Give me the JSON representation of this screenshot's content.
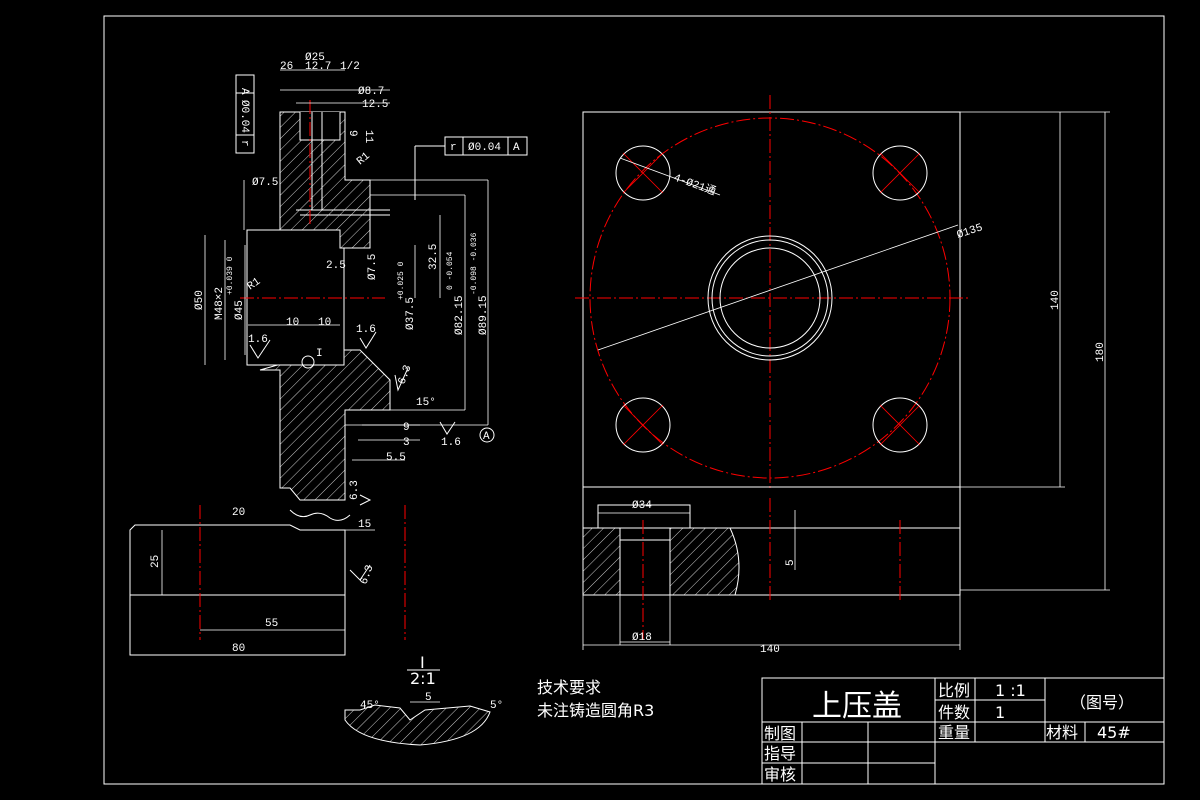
{
  "drawing": {
    "title": "上压盖",
    "scale_label": "比例",
    "scale_value": "1 :1",
    "count_label": "件数",
    "count_value": "1",
    "weight_label": "重量",
    "material_label": "材料",
    "material_value": "45#",
    "drawing_no": "（图号）",
    "drawn_by": "制图",
    "guided_by": "指导",
    "checked_by": "审核"
  },
  "notes": {
    "tech_title": "技术要求",
    "tech_line1": "未注铸造圆角R3"
  },
  "detail": {
    "label": "I",
    "scale": "2:1",
    "angle_left": "45°",
    "angle_right": "5°",
    "width": "5"
  },
  "section": {
    "dims": {
      "d25": "Ø25",
      "d26": "26",
      "d127": "12.7",
      "thread": "1/2",
      "d87": "Ø8.7",
      "d125": "12.5",
      "v9": "9",
      "v11": "11",
      "r1a": "R1",
      "d75a": "Ø7.5",
      "v25": "2.5",
      "r1b": "R1",
      "d75b": "Ø7.5",
      "v325": "32.5",
      "d375": "Ø37.5",
      "tol375": "+0.025 0",
      "d8215": "Ø82.15",
      "tol8215": "0 -0.054",
      "d8915": "Ø89.15",
      "tol8915": "-0.098 -0.036",
      "d50": "Ø50",
      "m48": "M48×2",
      "d45": "Ø45",
      "tol45": "+0.039 0",
      "w10a": "10",
      "w10b": "10",
      "ra16a": "1.6",
      "ra16b": "1.6",
      "ra63a": "6.3",
      "ang15": "15°",
      "v9b": "9",
      "v3": "3",
      "v55": "5.5",
      "ra16c": "1.6",
      "datum": "A",
      "ra63b": "6.3",
      "v20": "20",
      "v15": "15",
      "v25b": "25",
      "ra63c": "6.3",
      "v55b": "55",
      "v80": "80",
      "detail_ref": "I"
    },
    "tol1": {
      "sym": "r",
      "val": "Ø0.04",
      "datum": "A"
    },
    "tol2": {
      "sym": "r",
      "val": "Ø0.04",
      "datum": "A"
    }
  },
  "plan": {
    "holes": "4-Ø21通",
    "bolt_circle": "Ø135",
    "w140": "140",
    "h180": "180",
    "h140": "140",
    "d34": "Ø34",
    "d18": "Ø18",
    "v5": "5",
    "bottom140": "140"
  },
  "colors": {
    "line": "#ffffff",
    "center": "#ff0000",
    "background": "#000000"
  }
}
